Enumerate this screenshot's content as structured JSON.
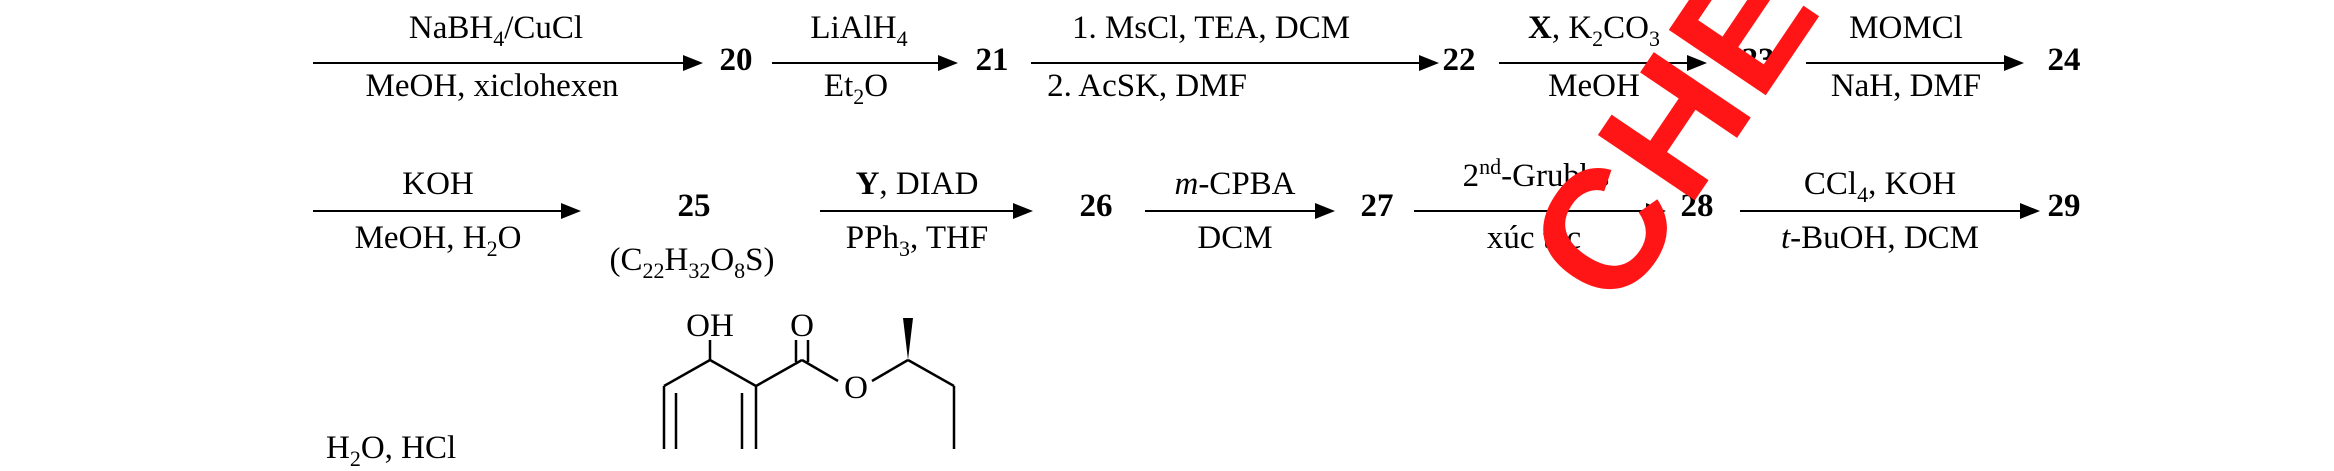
{
  "row1": {
    "s1_top": "NaBH",
    "s1_top_sub": "4",
    "s1_top_rest": "/CuCl",
    "s1_bottom": "MeOH, xiclohexen",
    "c20": "20",
    "s2_top": "LiAlH",
    "s2_top_sub": "4",
    "s2_bottom_a": "Et",
    "s2_bottom_sub": "2",
    "s2_bottom_b": "O",
    "c21": "21",
    "s3_top": "1. MsCl, TEA, DCM",
    "s3_bottom": "2. AcSK, DMF",
    "c22": "22",
    "s4_top_x": "X",
    "s4_top_rest": ", K",
    "s4_top_sub1": "2",
    "s4_top_co": "CO",
    "s4_top_sub2": "3",
    "s4_bottom": "MeOH",
    "c23": "23",
    "s5_top": "MOMCl",
    "s5_bottom": "NaH, DMF",
    "c24": "24"
  },
  "row2": {
    "s6_top": "KOH",
    "s6_bottom_a": "MeOH, H",
    "s6_bottom_sub": "2",
    "s6_bottom_b": "O",
    "c25": "25",
    "f_a": "(C",
    "f_s1": "22",
    "f_b": "H",
    "f_s2": "32",
    "f_c": "O",
    "f_s3": "8",
    "f_d": "S)",
    "s7_top_y": "Y",
    "s7_top_rest": ", DIAD",
    "s7_bottom_a": "PPh",
    "s7_bottom_sub": "3",
    "s7_bottom_b": ", THF",
    "c26": "26",
    "s8_top_m": "m",
    "s8_top_rest": "-CPBA",
    "s8_bottom": "DCM",
    "c27": "27",
    "s9_top_a": "2",
    "s9_top_sup": "nd",
    "s9_top_b": "-Grubbs",
    "s9_bottom": "xúc tác",
    "c28": "28",
    "s10_top_a": "CCl",
    "s10_top_sub": "4",
    "s10_top_b": ", KOH",
    "s10_bottom_t": "t",
    "s10_bottom_rest": "-BuOH, DCM",
    "c29": "29"
  },
  "row3": {
    "reagent_a": "H",
    "reagent_sub": "2",
    "reagent_b": "O, HCl",
    "oh_label": "OH",
    "o_carbonyl": "O",
    "o_ester": "O"
  },
  "watermark": {
    "text": "CHEFICIAL",
    "color": "#ff1515"
  }
}
